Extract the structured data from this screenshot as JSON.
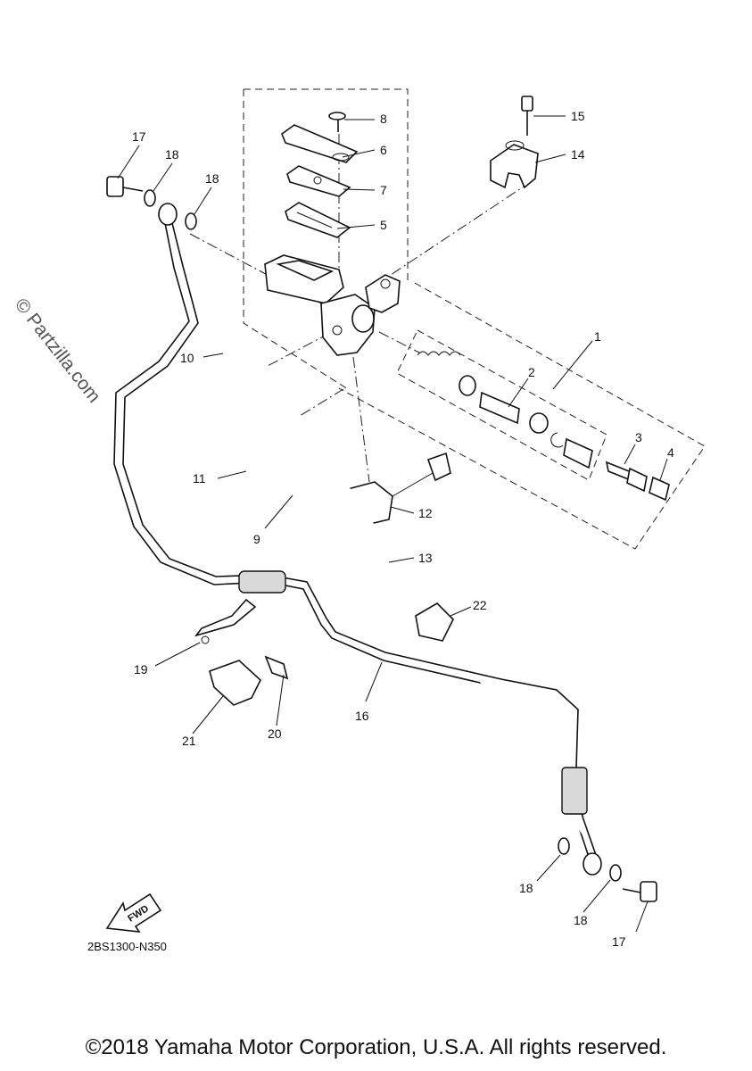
{
  "diagram": {
    "callouts": [
      {
        "id": "c1",
        "text": "1"
      },
      {
        "id": "c2",
        "text": "2"
      },
      {
        "id": "c3",
        "text": "3"
      },
      {
        "id": "c4",
        "text": "4"
      },
      {
        "id": "c5",
        "text": "5"
      },
      {
        "id": "c6",
        "text": "6"
      },
      {
        "id": "c7",
        "text": "7"
      },
      {
        "id": "c8",
        "text": "8"
      },
      {
        "id": "c9",
        "text": "9"
      },
      {
        "id": "c10",
        "text": "10"
      },
      {
        "id": "c11",
        "text": "11"
      },
      {
        "id": "c12",
        "text": "12"
      },
      {
        "id": "c13",
        "text": "13"
      },
      {
        "id": "c14",
        "text": "14"
      },
      {
        "id": "c15",
        "text": "15"
      },
      {
        "id": "c16",
        "text": "16"
      },
      {
        "id": "c17a",
        "text": "17"
      },
      {
        "id": "c17b",
        "text": "17"
      },
      {
        "id": "c18a",
        "text": "18"
      },
      {
        "id": "c18b",
        "text": "18"
      },
      {
        "id": "c18c",
        "text": "18"
      },
      {
        "id": "c18d",
        "text": "18"
      },
      {
        "id": "c19",
        "text": "19"
      },
      {
        "id": "c20",
        "text": "20"
      },
      {
        "id": "c21",
        "text": "21"
      },
      {
        "id": "c22",
        "text": "22"
      }
    ],
    "fwd_label": "FWD",
    "diagram_code": "2BS1300-N350",
    "watermark": "© Partzilla.com",
    "copyright": "©2018 Yamaha Motor Corporation, U.S.A. All rights reserved."
  }
}
